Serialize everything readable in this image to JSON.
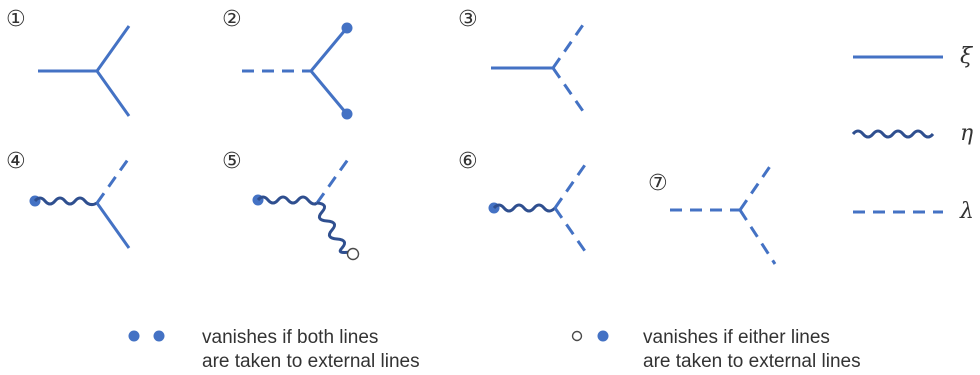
{
  "diagrams": [
    {
      "label": "①"
    },
    {
      "label": "②"
    },
    {
      "label": "③"
    },
    {
      "label": "④"
    },
    {
      "label": "⑤"
    },
    {
      "label": "⑥"
    },
    {
      "label": "⑦"
    }
  ],
  "line_legend": [
    {
      "symbol": "ξ",
      "style": "solid"
    },
    {
      "symbol": "η",
      "style": "wavy"
    },
    {
      "symbol": "λ",
      "style": "dashed"
    }
  ],
  "dot_legend": [
    {
      "markers": "filled-filled",
      "line1": "vanishes if both lines",
      "line2": "are taken to external lines"
    },
    {
      "markers": "hollow-filled",
      "line1": "vanishes if either lines",
      "line2": "are taken to external lines"
    }
  ],
  "colors": {
    "line": "#4472c4",
    "wave": "#2f4f8f",
    "text": "#333333"
  }
}
